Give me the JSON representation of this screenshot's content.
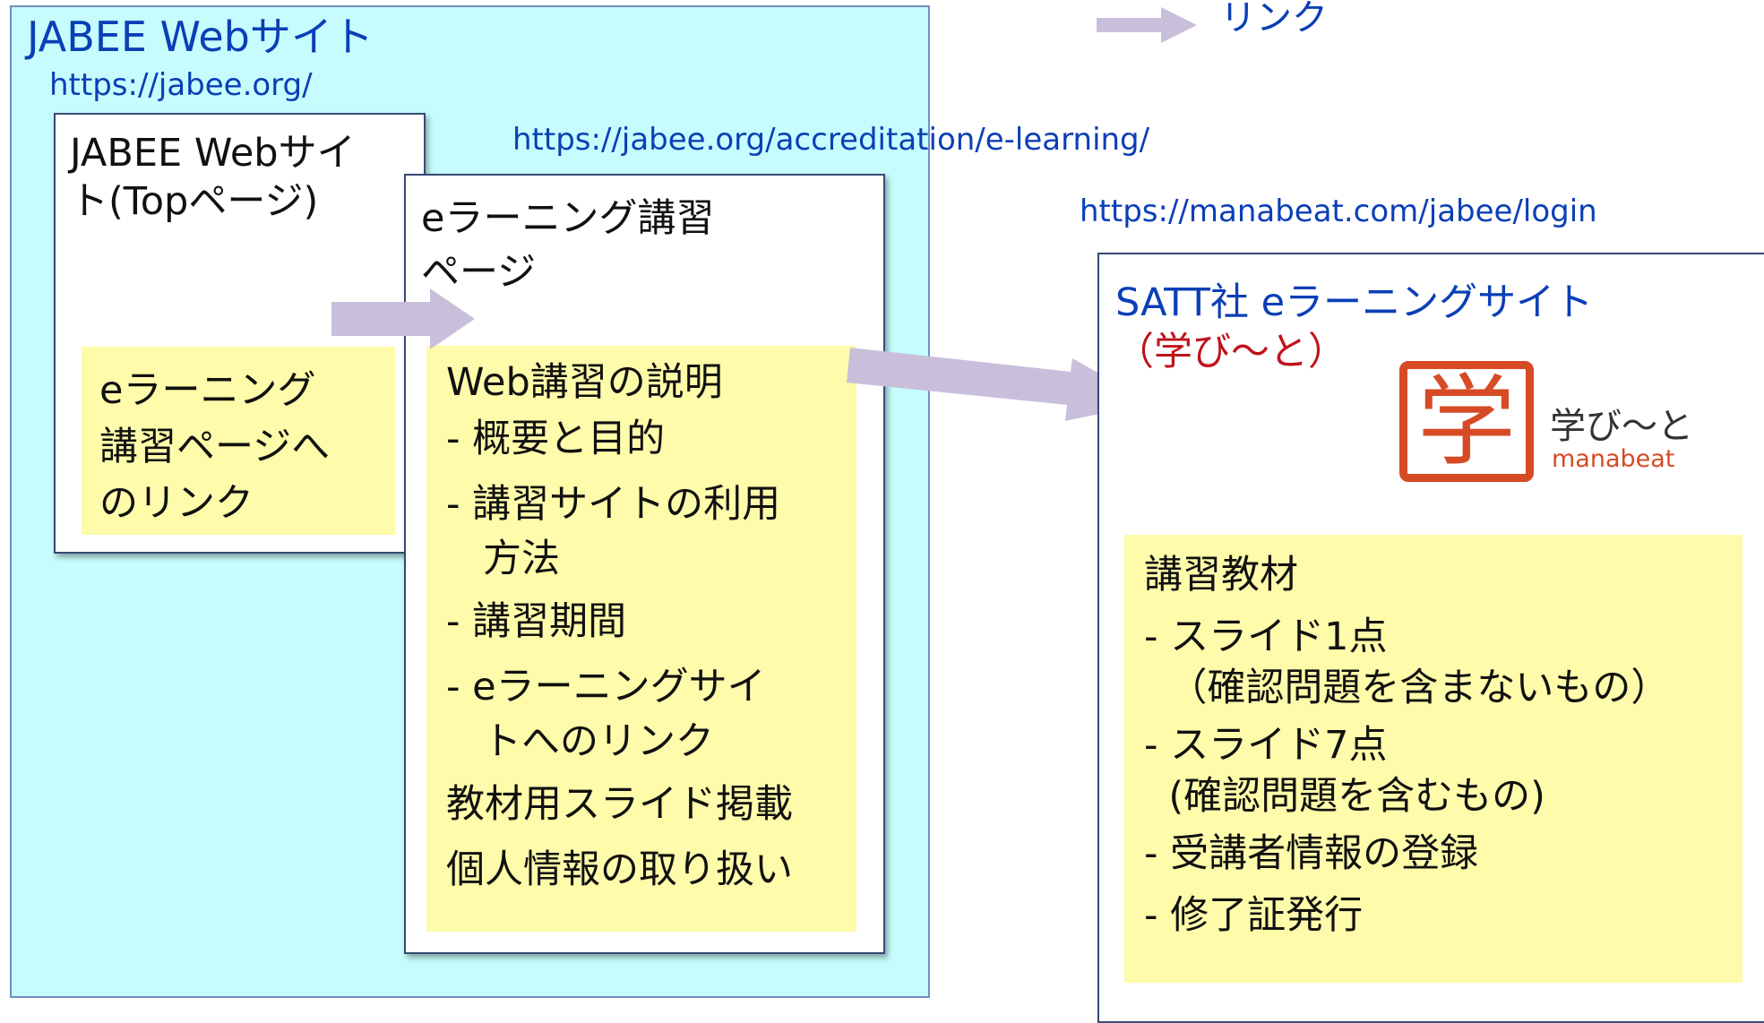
{
  "legend": {
    "label": "リンク"
  },
  "jabee_site": {
    "title": "JABEE Webサイト",
    "url": "https://jabee.org/"
  },
  "top_page": {
    "title_line1": "JABEE Webサイ",
    "title_line2": "ト(Topページ)",
    "note_lines": [
      "eラーニング",
      "講習ページへ",
      "のリンク"
    ]
  },
  "elearning_page": {
    "url": "https://jabee.org/accreditation/e-learning/",
    "title_line1": "eラーニング講習",
    "title_line2": "ページ",
    "note_lines": [
      "Web講習の説明",
      "- 概要と目的",
      "- 講習サイトの利用",
      "   方法",
      "- 講習期間",
      "- eラーニングサイ",
      "   トへのリンク",
      "教材用スライド掲載",
      "個人情報の取り扱い"
    ]
  },
  "satt_site": {
    "url": "https://manabeat.com/jabee/login",
    "title": "SATT社 eラーニングサイト",
    "subtitle": "（学び～と）",
    "logo": {
      "kanji": "学",
      "jp": "学び～と",
      "en": "manabeat",
      "color": "#d64b25"
    },
    "note_lines": [
      "講習教材",
      "- スライド1点",
      "  （確認問題を含まないもの）",
      "- スライド7点",
      "  (確認問題を含むもの)",
      "- 受講者情報の登録",
      "- 修了証発行"
    ]
  },
  "colors": {
    "site_bg": "#c6fcfd",
    "note_bg": "#fefbaa",
    "arrow": "#c9bfdb",
    "link_text": "#0a3fb6",
    "subtitle": "#c0121c"
  }
}
